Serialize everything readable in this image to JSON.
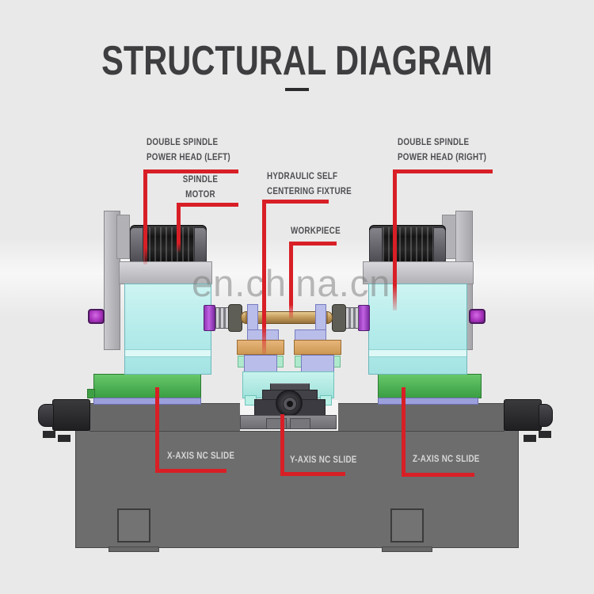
{
  "title": {
    "text": "STRUCTURAL DIAGRAM"
  },
  "watermark": {
    "text": "en.china.cn"
  },
  "colors": {
    "background": "#e9e9e9",
    "accent_red": "#d81f26",
    "title_dark": "#3e3e40",
    "label_dark": "#4d4e52",
    "label_light": "#d6d6d6",
    "head_cyan": "#b3ebea",
    "slide_green": "#4cae50",
    "slide_lavender": "#9b9fdc",
    "clamp_lavender": "#b9bde9",
    "fixture_tan": "#dda96b",
    "spindle_violet": "#a84fd2",
    "knob_magenta": "#b13cc6",
    "workpiece_brass": "#c59e5e",
    "bed_gray": "#6d6d6d",
    "motor_dark": "#1f1f1f"
  },
  "callouts": {
    "double_spindle_left": {
      "line1": "DOUBLE SPINDLE",
      "line2": "POWER HEAD (LEFT)"
    },
    "spindle_motor": {
      "line1": "SPINDLE",
      "line2": "MOTOR"
    },
    "hydraulic_fixture": {
      "line1": "HYDRAULIC SELF",
      "line2": "CENTERING FIXTURE"
    },
    "workpiece": {
      "line1": "WORKPIECE"
    },
    "double_spindle_right": {
      "line1": "DOUBLE SPINDLE",
      "line2": "POWER HEAD (RIGHT)"
    },
    "x_axis_slide": {
      "line1": "X-AXIS NC SLIDE"
    },
    "y_axis_slide": {
      "line1": "Y-AXIS NC SLIDE"
    },
    "z_axis_slide": {
      "line1": "Z-AXIS NC SLIDE"
    }
  }
}
